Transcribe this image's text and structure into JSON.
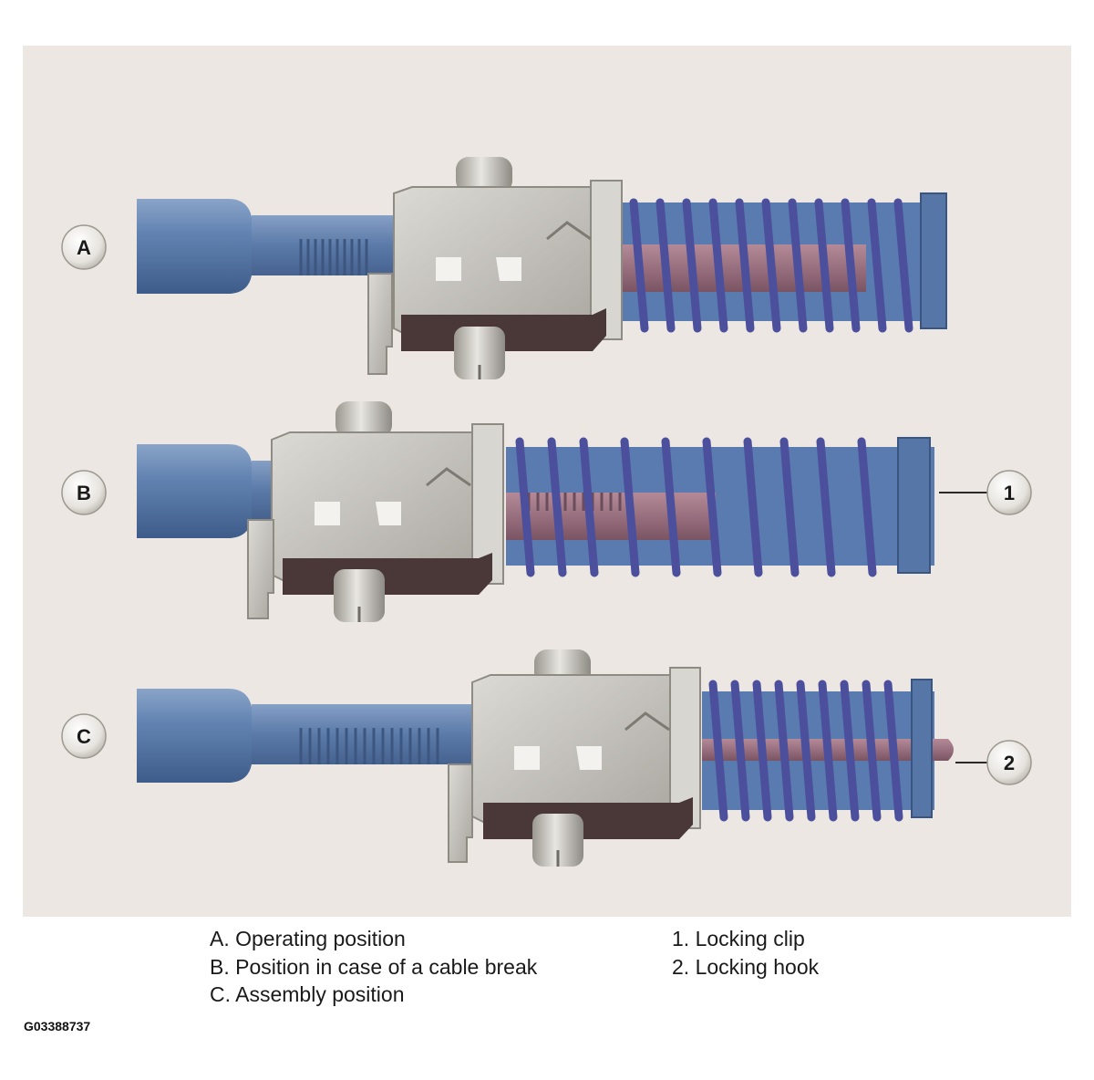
{
  "labels": {
    "a": "A",
    "b": "B",
    "c": "C",
    "n1": "1",
    "n2": "2"
  },
  "legend": {
    "left": [
      "A. Operating position",
      "B. Position in case of a cable break",
      "C. Assembly position"
    ],
    "right": [
      "1. Locking clip",
      "2. Locking hook"
    ]
  },
  "figure_id": "G03388737",
  "colors": {
    "panel_bg": "#ece7e2",
    "cable_blue": "#5f7eaa",
    "spring_blue": "#4b55a0",
    "housing_gray": "#c8c6c0",
    "clip_brown": "#4a3838",
    "inner_pink": "#9a7080"
  }
}
